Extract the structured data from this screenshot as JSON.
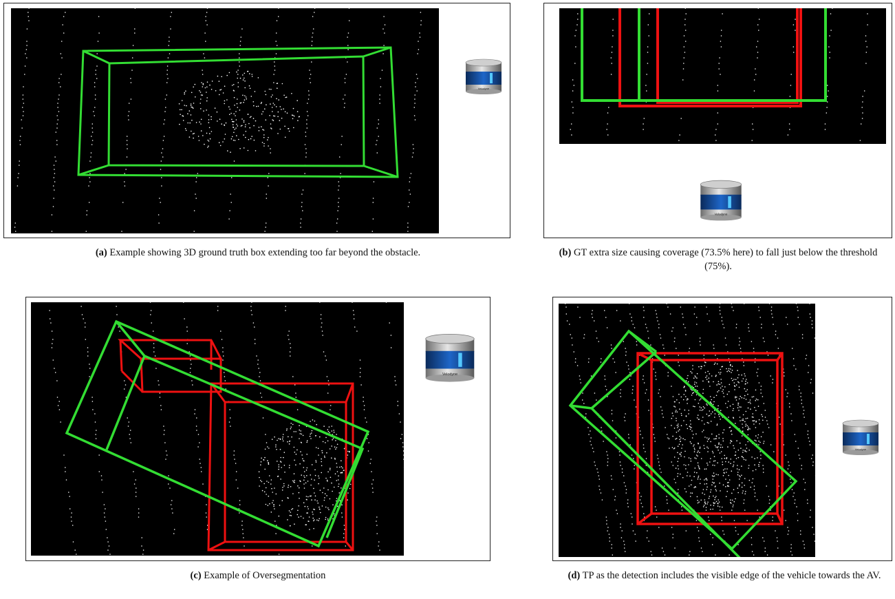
{
  "figure": {
    "panels": [
      {
        "id": "a",
        "caption_label": "(a)",
        "caption_text": "Example showing 3D ground truth box extending too far beyond the obstacle."
      },
      {
        "id": "b",
        "caption_label": "(b)",
        "caption_text": "GT extra size causing coverage (73.5% here) to fall just below the threshold (75%)."
      },
      {
        "id": "c",
        "caption_label": "(c)",
        "caption_text": "Example of Oversegmentation"
      },
      {
        "id": "d",
        "caption_label": "(d)",
        "caption_text": "TP as the detection includes the visible edge of the vehicle towards the AV."
      }
    ],
    "sensor_brand": "Velodyne",
    "colors": {
      "ground_truth_box": "#33dd33",
      "detection_box": "#ee1111",
      "point_cloud": "#ffffff",
      "background": "#000000"
    }
  }
}
